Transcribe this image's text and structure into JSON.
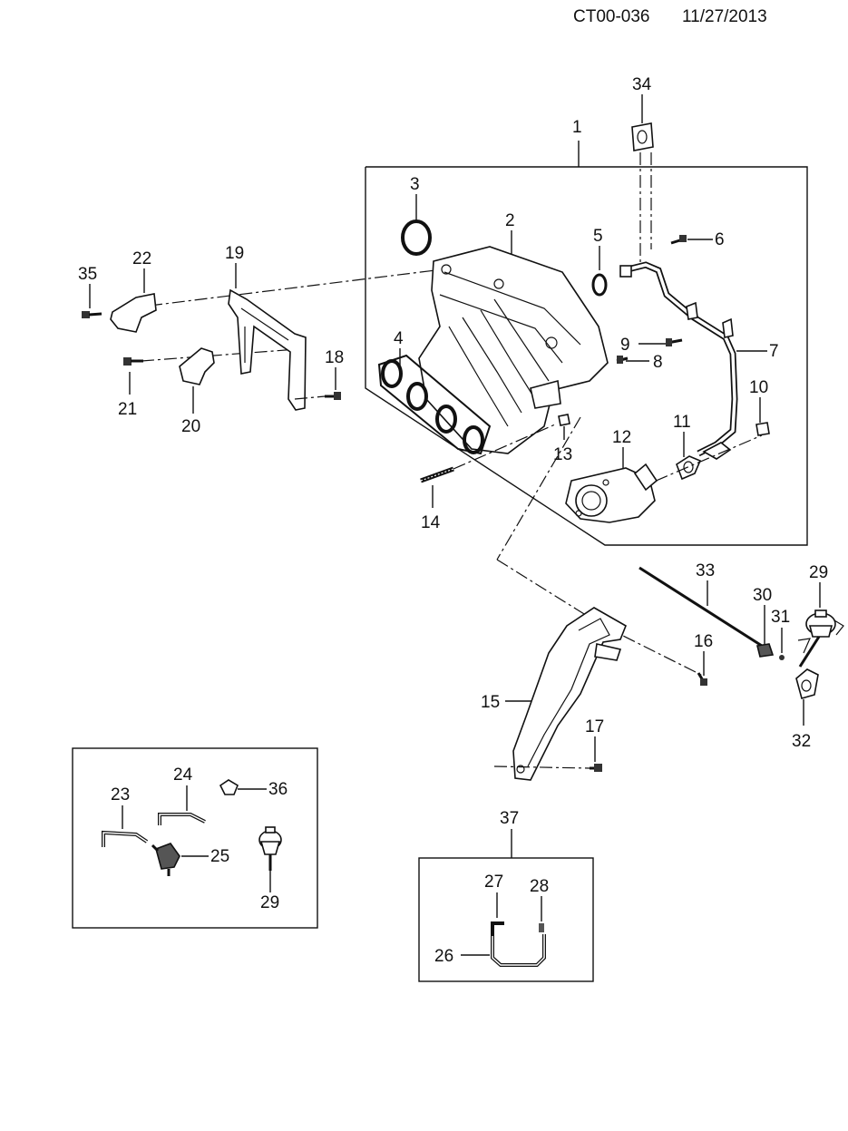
{
  "header": {
    "code": "CT00-036",
    "date": "11/27/2013"
  },
  "labels": {
    "l1": "1",
    "l2": "2",
    "l3": "3",
    "l4": "4",
    "l5": "5",
    "l6": "6",
    "l7": "7",
    "l8": "8",
    "l9": "9",
    "l10": "10",
    "l11": "11",
    "l12": "12",
    "l13": "13",
    "l14": "14",
    "l15": "15",
    "l16": "16",
    "l17": "17",
    "l18": "18",
    "l19": "19",
    "l20": "20",
    "l21": "21",
    "l22": "22",
    "l23": "23",
    "l24": "24",
    "l25": "25",
    "l26": "26",
    "l27": "27",
    "l28": "28",
    "l29a": "29",
    "l29b": "29",
    "l30": "30",
    "l31": "31",
    "l32": "32",
    "l33": "33",
    "l34": "34",
    "l35": "35",
    "l36": "36",
    "l37": "37"
  }
}
